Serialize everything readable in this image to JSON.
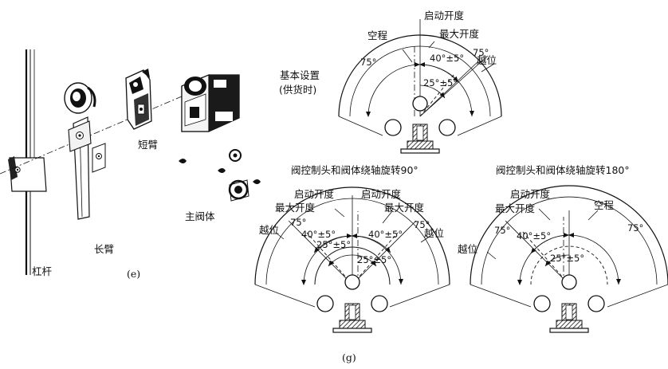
{
  "figure_letters": {
    "left_panel": "(e)",
    "right_panel": "(g)"
  },
  "left_panel": {
    "labels": {
      "lever": "杠杆",
      "long_arm": "长臂",
      "short_arm": "短臂",
      "main_valve_body": "主阀体"
    }
  },
  "diagram_top": {
    "side_label_line1": "基本设置",
    "side_label_line2": "(供货时)",
    "start_opening": "启动开度",
    "max_opening": "最大开度",
    "idle_travel": "空程",
    "over_travel": "越位",
    "angle_75_left": "75°",
    "angle_75_right": "75°",
    "angle_40": "40°±5°",
    "angle_25": "25°±5°"
  },
  "diagram_mid": {
    "title": "阀控制头和阀体绕轴旋转90°",
    "start_opening_left": "启动开度",
    "start_opening_right": "启动开度",
    "max_opening_left": "最大开度",
    "max_opening_right": "最大开度",
    "over_travel_left": "越位",
    "over_travel_right": "越位",
    "angle_75_left": "75°",
    "angle_75_right": "75°",
    "angle_40_left": "40°±5°",
    "angle_40_right": "40°±5°",
    "angle_25_left": "25°±5°",
    "angle_25_right": "25°±5°"
  },
  "diagram_right": {
    "title": "阀控制头和阀体绕轴旋转180°",
    "start_opening": "启动开度",
    "max_opening": "最大开度",
    "idle_travel": "空程",
    "over_travel": "越位",
    "angle_75_left": "75°",
    "angle_75_right": "75°",
    "angle_40": "40°±5°",
    "angle_25": "25°±5°"
  }
}
